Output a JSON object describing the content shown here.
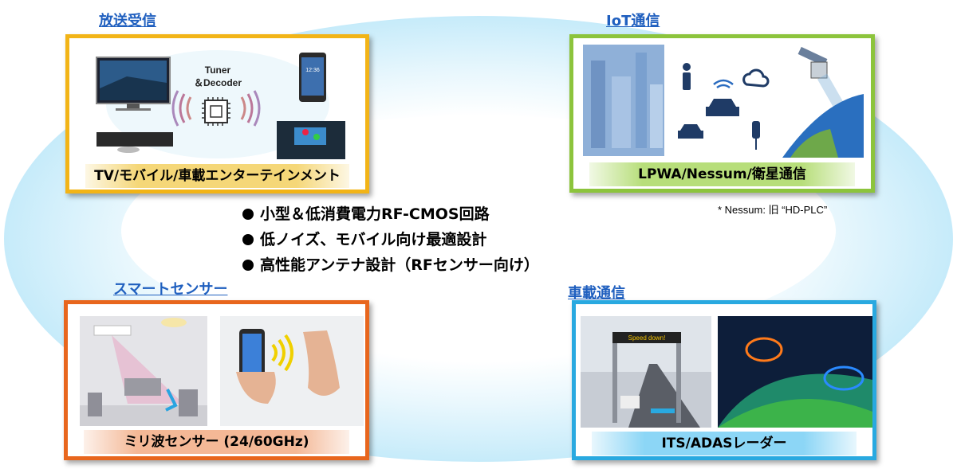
{
  "categories": {
    "broadcast": {
      "title": "放送受信",
      "caption": "TV/モバイル/車載エンターテインメント",
      "tuner_label_line1": "Tuner",
      "tuner_label_line2": "＆Decoder",
      "phone_time": "12:36",
      "border_color": "#f2b417"
    },
    "iot": {
      "title": "IoT通信",
      "caption": "LPWA/Nessum/衛星通信",
      "border_color": "#8cc43c"
    },
    "sensor": {
      "title": "スマートセンサー",
      "caption": "ミリ波センサー (24/60GHz)",
      "border_color": "#e8661d"
    },
    "vehicle": {
      "title": "車載通信",
      "caption": "ITS/ADASレーダー",
      "sign_text": "Speed down!",
      "border_color": "#29a9e0"
    }
  },
  "features": [
    "小型＆低消費電力RF-CMOS回路",
    "低ノイズ、モバイル向け最適設計",
    "高性能アンテナ設計（RFセンサー向け）"
  ],
  "footnote": "* Nessum: 旧 “HD-PLC”",
  "colors": {
    "link": "#1f5fbf",
    "ring": "#d3effb"
  }
}
